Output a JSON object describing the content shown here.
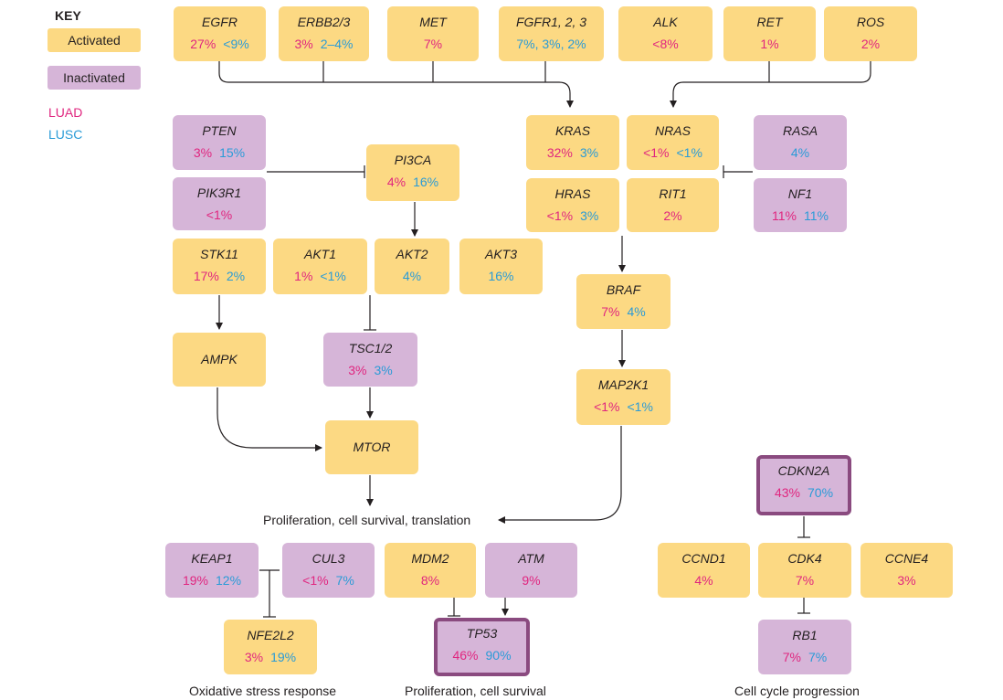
{
  "key": {
    "title": "KEY",
    "activated": "Activated",
    "inactivated": "Inactivated",
    "luad": "LUAD",
    "lusc": "LUSC"
  },
  "colors": {
    "activated": "#fcd983",
    "inactivated": "#d6b5d8",
    "highlight_border": "#8a4a7f",
    "luad": "#e0267f",
    "lusc": "#2a9bd7"
  },
  "genes": {
    "egfr": {
      "name": "EGFR",
      "luad": "27%",
      "lusc": "<9%",
      "state": "activated"
    },
    "erbb2": {
      "name": "ERBB2/3",
      "luad": "3%",
      "lusc": "2–4%",
      "state": "activated"
    },
    "met": {
      "name": "MET",
      "luad": "7%",
      "state": "activated"
    },
    "fgfr": {
      "name": "FGFR1, 2, 3",
      "lusc": "7%, 3%, 2%",
      "state": "activated"
    },
    "alk": {
      "name": "ALK",
      "luad": "<8%",
      "state": "activated"
    },
    "ret": {
      "name": "RET",
      "luad": "1%",
      "state": "activated"
    },
    "ros": {
      "name": "ROS",
      "luad": "2%",
      "state": "activated"
    },
    "pten": {
      "name": "PTEN",
      "luad": "3%",
      "lusc": "15%",
      "state": "inactivated"
    },
    "pik3r1": {
      "name": "PIK3R1",
      "luad": "<1%",
      "state": "inactivated"
    },
    "pi3ca": {
      "name": "PI3CA",
      "luad": "4%",
      "lusc": "16%",
      "state": "activated"
    },
    "kras": {
      "name": "KRAS",
      "luad": "32%",
      "lusc": "3%",
      "state": "activated"
    },
    "nras": {
      "name": "NRAS",
      "luad": "<1%",
      "lusc": "<1%",
      "state": "activated"
    },
    "rasa": {
      "name": "RASA",
      "lusc": "4%",
      "state": "inactivated"
    },
    "hras": {
      "name": "HRAS",
      "luad": "<1%",
      "lusc": "3%",
      "state": "activated"
    },
    "rit1": {
      "name": "RIT1",
      "luad": "2%",
      "state": "activated"
    },
    "nf1": {
      "name": "NF1",
      "luad": "11%",
      "lusc": "11%",
      "state": "inactivated"
    },
    "stk11": {
      "name": "STK11",
      "luad": "17%",
      "lusc": "2%",
      "state": "activated"
    },
    "akt1": {
      "name": "AKT1",
      "luad": "1%",
      "lusc": "<1%",
      "state": "activated"
    },
    "akt2": {
      "name": "AKT2",
      "lusc": "4%",
      "state": "activated"
    },
    "akt3": {
      "name": "AKT3",
      "lusc": "16%",
      "state": "activated"
    },
    "braf": {
      "name": "BRAF",
      "luad": "7%",
      "lusc": "4%",
      "state": "activated"
    },
    "ampk": {
      "name": "AMPK",
      "state": "activated"
    },
    "tsc": {
      "name": "TSC1/2",
      "luad": "3%",
      "lusc": "3%",
      "state": "inactivated"
    },
    "map2k1": {
      "name": "MAP2K1",
      "luad": "<1%",
      "lusc": "<1%",
      "state": "activated"
    },
    "mtor": {
      "name": "MTOR",
      "state": "activated"
    },
    "cdkn2a": {
      "name": "CDKN2A",
      "luad": "43%",
      "lusc": "70%",
      "state": "inactivated"
    },
    "keap1": {
      "name": "KEAP1",
      "luad": "19%",
      "lusc": "12%",
      "state": "inactivated"
    },
    "cul3": {
      "name": "CUL3",
      "luad": "<1%",
      "lusc": "7%",
      "state": "inactivated"
    },
    "mdm2": {
      "name": "MDM2",
      "luad": "8%",
      "state": "activated"
    },
    "atm": {
      "name": "ATM",
      "luad": "9%",
      "state": "inactivated"
    },
    "ccnd1": {
      "name": "CCND1",
      "luad": "4%",
      "state": "activated"
    },
    "cdk4": {
      "name": "CDK4",
      "luad": "7%",
      "state": "activated"
    },
    "ccne4": {
      "name": "CCNE4",
      "luad": "3%",
      "state": "activated"
    },
    "nfe2l2": {
      "name": "NFE2L2",
      "luad": "3%",
      "lusc": "19%",
      "state": "activated"
    },
    "tp53": {
      "name": "TP53",
      "luad": "46%",
      "lusc": "90%",
      "state": "inactivated"
    },
    "rb1": {
      "name": "RB1",
      "luad": "7%",
      "lusc": "7%",
      "state": "inactivated"
    }
  },
  "outcomes": {
    "prolif_translation": "Proliferation, cell survival, translation",
    "oxidative": "Oxidative stress response",
    "prolif_survival": "Proliferation, cell survival",
    "cell_cycle": "Cell cycle progression"
  }
}
